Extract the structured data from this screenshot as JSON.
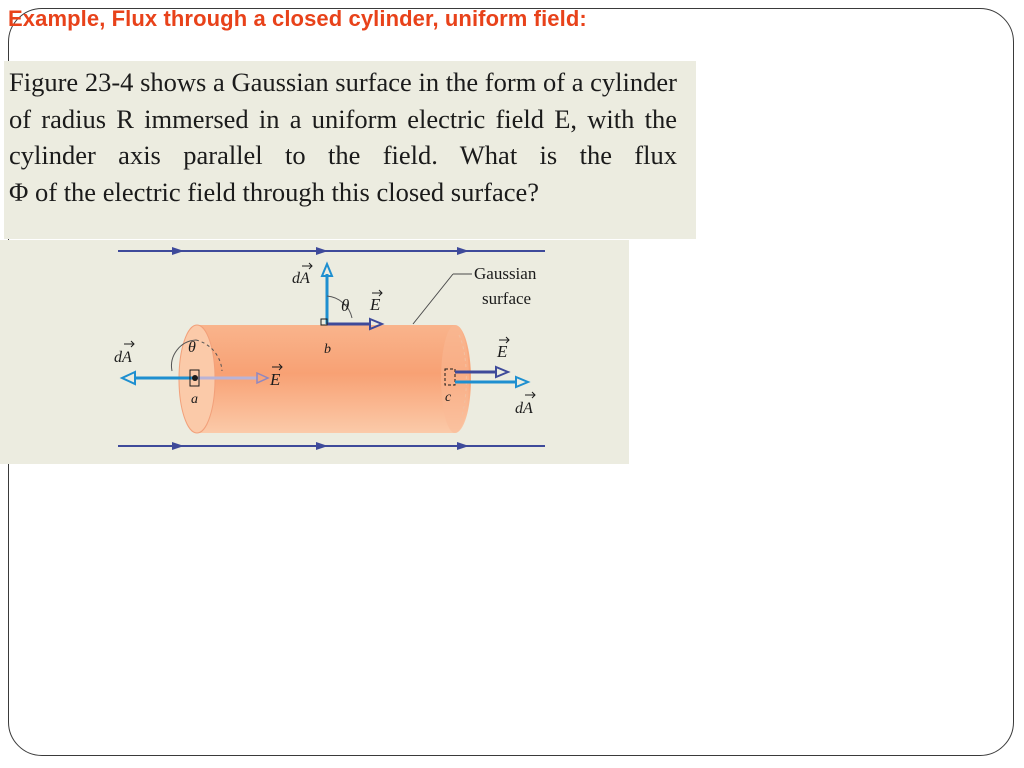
{
  "slide": {
    "title": "Example, Flux through a closed cylinder, uniform field:"
  },
  "problem": {
    "lines": [
      "Figure 23-4 shows a Gaussian surface in the form of a",
      "cylinder of radius R immersed in a uniform electric field E,",
      "with the cylinder axis parallel to the field. What is the flux",
      "Φ of the electric field through this closed surface?"
    ]
  },
  "figure": {
    "gaussian_label_1": "Gaussian",
    "gaussian_label_2": "surface",
    "point_a": "a",
    "point_b": "b",
    "point_c": "c",
    "theta": "θ",
    "dA": "dA",
    "E": "E",
    "colors": {
      "field_line": "#3e4a9a",
      "dA_arrow": "#1e8fd0",
      "E_arrow": "#3e4a9a",
      "cylinder_body": "#f7a57a",
      "cylinder_end": "#fbc9a8",
      "background": "#ecece0",
      "title": "#e8421a"
    }
  }
}
